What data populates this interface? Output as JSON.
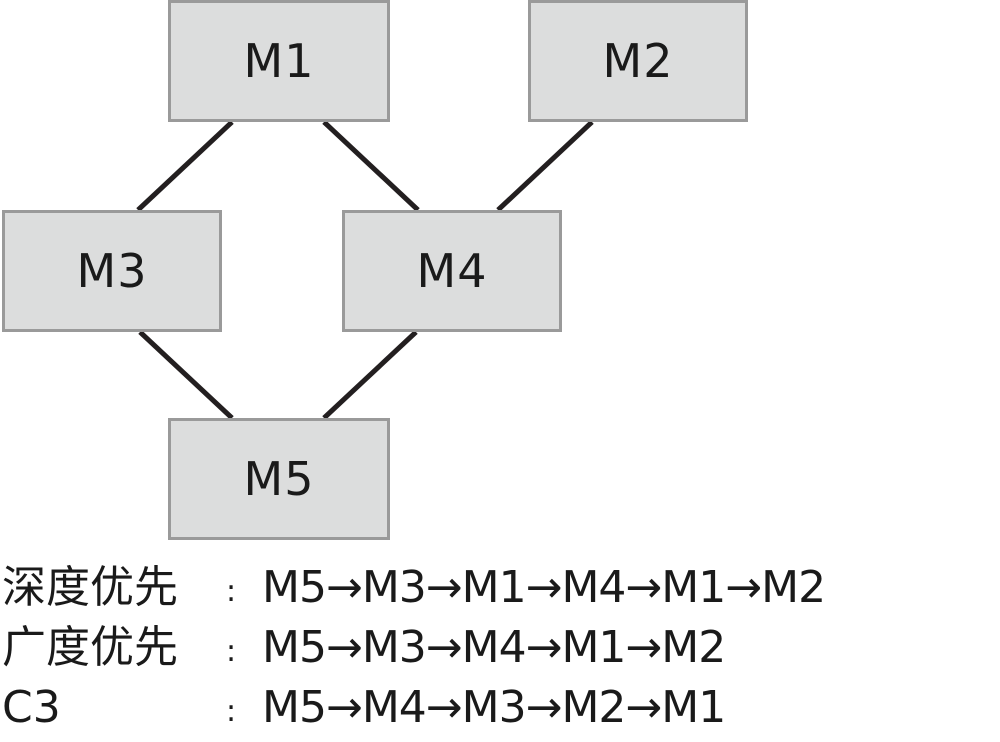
{
  "diagram": {
    "nodes": [
      {
        "id": "m1",
        "label": "M1"
      },
      {
        "id": "m2",
        "label": "M2"
      },
      {
        "id": "m3",
        "label": "M3"
      },
      {
        "id": "m4",
        "label": "M4"
      },
      {
        "id": "m5",
        "label": "M5"
      }
    ],
    "edges": [
      {
        "from": "m1",
        "to": "m3"
      },
      {
        "from": "m1",
        "to": "m4"
      },
      {
        "from": "m2",
        "to": "m4"
      },
      {
        "from": "m3",
        "to": "m5"
      },
      {
        "from": "m4",
        "to": "m5"
      }
    ],
    "colors": {
      "node_fill": "#dcdddd",
      "node_border": "#9a9a9a",
      "edge": "#231f20",
      "text": "#1a1a1a"
    }
  },
  "orders": [
    {
      "label": "深度优先",
      "colon": ":",
      "sequence": "M5→M3→M1→M4→M1→M2"
    },
    {
      "label": "广度优先",
      "colon": ":",
      "sequence": "M5→M3→M4→M1→M2"
    },
    {
      "label": "C3",
      "colon": ":",
      "sequence": "M5→M4→M3→M2→M1"
    }
  ]
}
